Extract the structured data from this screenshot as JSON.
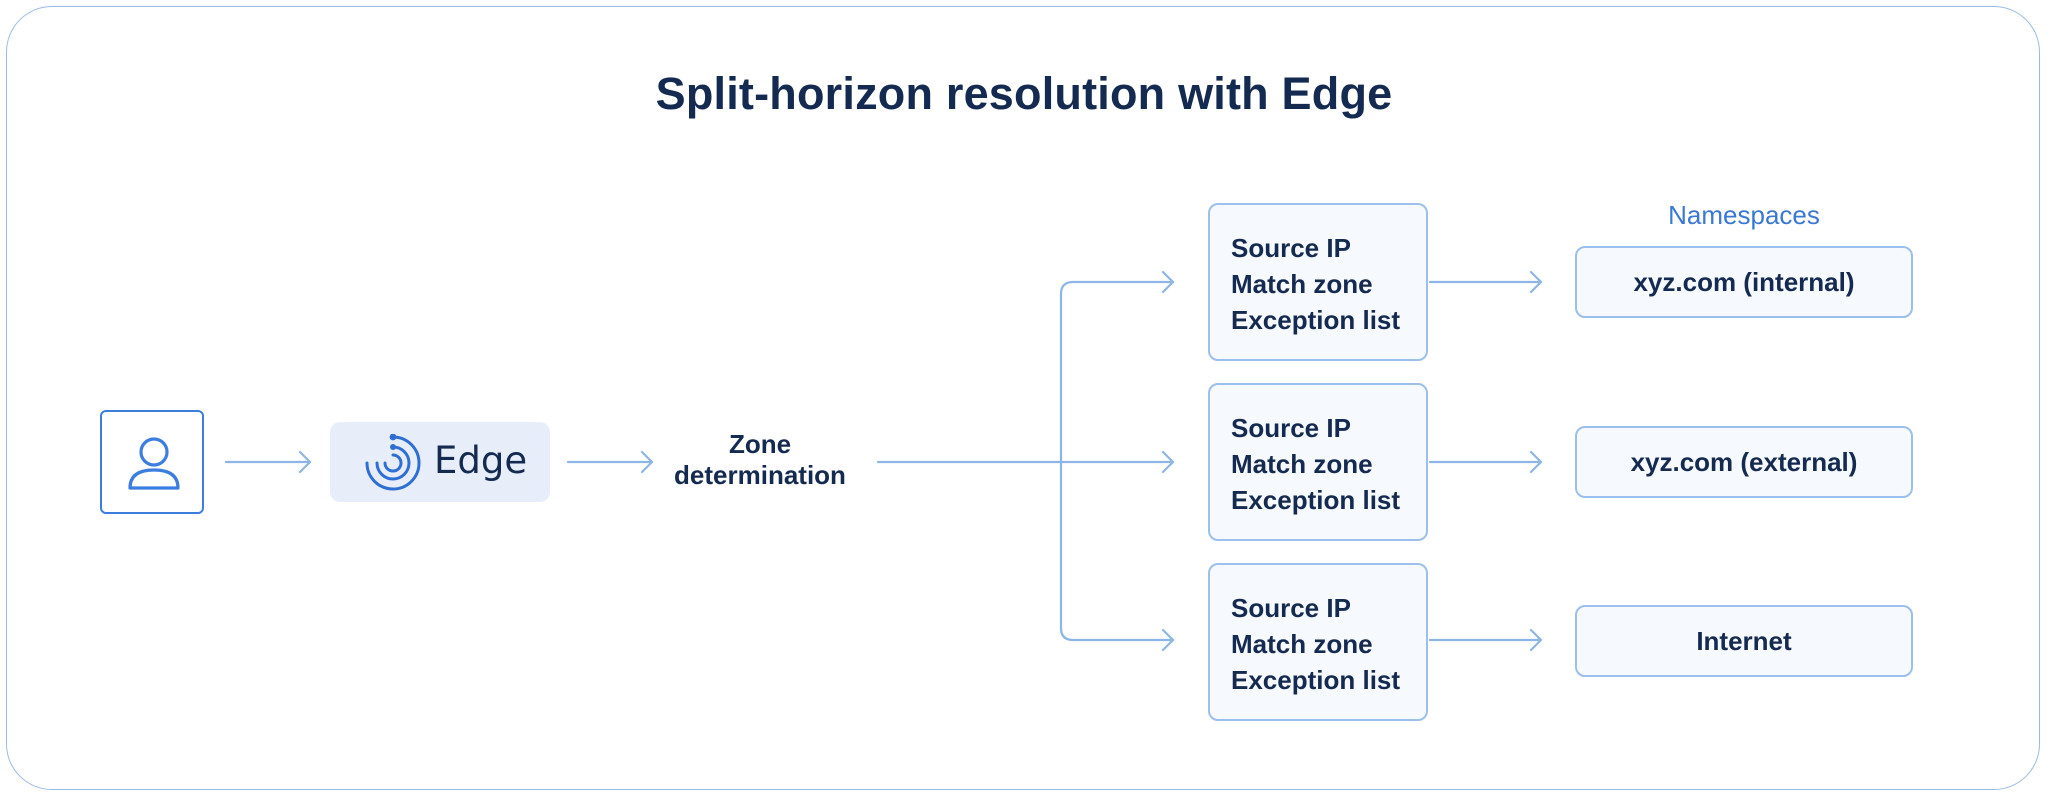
{
  "title": "Split-horizon resolution with Edge",
  "nodes": {
    "user": {
      "icon": "user-icon"
    },
    "edge": {
      "icon": "edge-logo-icon",
      "label": "Edge"
    },
    "zone": {
      "line1": "Zone",
      "line2": "determination"
    }
  },
  "rule_boxes": [
    {
      "lines": [
        "Source IP",
        "Match zone",
        "Exception list"
      ]
    },
    {
      "lines": [
        "Source IP",
        "Match zone",
        "Exception list"
      ]
    },
    {
      "lines": [
        "Source IP",
        "Match zone",
        "Exception list"
      ]
    }
  ],
  "namespaces": {
    "heading": "Namespaces",
    "items": [
      "xyz.com (internal)",
      "xyz.com (external)",
      "Internet"
    ]
  },
  "colors": {
    "title": "#142a50",
    "text": "#142a50",
    "accent": "#3a78d4",
    "connector": "#8db5e8",
    "box_border": "#9dbfeb",
    "box_fill": "#f6f9fd",
    "edge_fill": "#e7eefa"
  }
}
